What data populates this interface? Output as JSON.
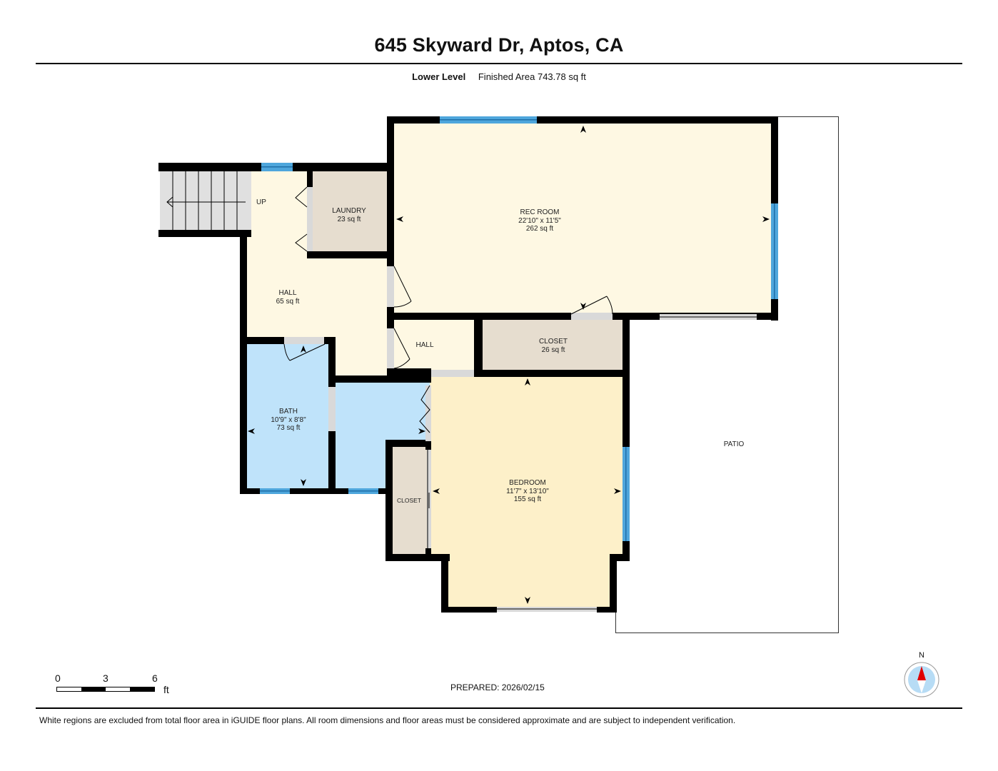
{
  "header": {
    "title": "645 Skyward Dr, Aptos, CA",
    "level": "Lower Level",
    "finished_area": "Finished Area 743.78 sq ft"
  },
  "rooms": {
    "rec_room": {
      "name": "REC ROOM",
      "dims": "22'10\" x 11'5\"",
      "area": "262 sq ft"
    },
    "laundry": {
      "name": "LAUNDRY",
      "area": "23 sq ft"
    },
    "hall_main": {
      "name": "HALL",
      "area": "65 sq ft"
    },
    "hall_small": {
      "name": "HALL"
    },
    "closet_upper": {
      "name": "CLOSET",
      "area": "26 sq ft"
    },
    "bath": {
      "name": "BATH",
      "dims": "10'9\" x 8'8\"",
      "area": "73 sq ft"
    },
    "bedroom": {
      "name": "BEDROOM",
      "dims": "11'7\" x 13'10\"",
      "area": "155 sq ft"
    },
    "closet_lower": {
      "name": "CLOSET"
    },
    "patio": {
      "name": "PATIO"
    },
    "stairs": {
      "label": "UP"
    }
  },
  "colors": {
    "rec_room": "#fef8e3",
    "hall": "#fef8e3",
    "laundry": "#e6ddcf",
    "closet": "#e6ddcf",
    "bath": "#bfe3fa",
    "bedroom": "#fdf0c9",
    "stairs": "#e0e0e0",
    "window": "#4ea6dc",
    "wall": "#000000"
  },
  "scale": {
    "ticks": [
      "0",
      "3",
      "6"
    ],
    "unit": "ft"
  },
  "compass": {
    "label": "N",
    "icon": "compass-north-icon"
  },
  "footer": {
    "prepared": "PREPARED: 2026/02/15",
    "disclaimer": "White regions are excluded from total floor area in iGUIDE floor plans. All room dimensions and floor areas must be considered approximate and are subject to independent verification."
  }
}
